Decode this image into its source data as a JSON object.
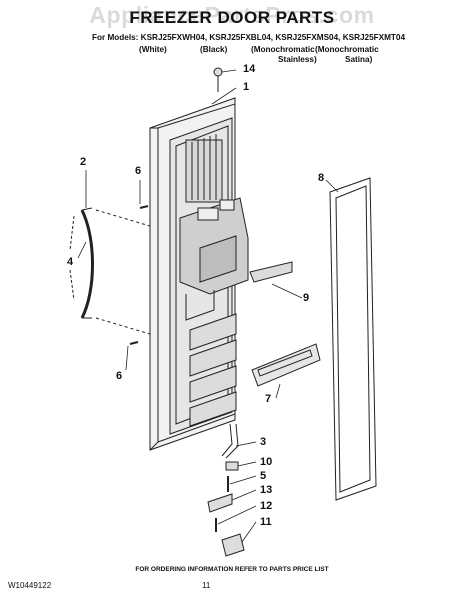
{
  "header": {
    "watermark": "AppliancePartsPros.com",
    "title": "FREEZER DOOR PARTS",
    "models_line": "For Models: KSRJ25FXWH04, KSRJ25FXBL04, KSRJ25FXMS04, KSRJ25FXMT04",
    "variants": [
      "(White)",
      "(Black)",
      "(Monochromatic",
      "(Monochromatic",
      "Stainless)",
      "Satina)"
    ]
  },
  "callouts": [
    "14",
    "1",
    "2",
    "6",
    "4",
    "6",
    "8",
    "9",
    "7",
    "3",
    "10",
    "5",
    "13",
    "12",
    "11"
  ],
  "footer": {
    "note": "FOR ORDERING INFORMATION REFER TO PARTS PRICE LIST",
    "doc_number": "W10449122",
    "page_number": "11"
  },
  "colors": {
    "line": "#222222",
    "watermark": "#9a9a9a"
  }
}
